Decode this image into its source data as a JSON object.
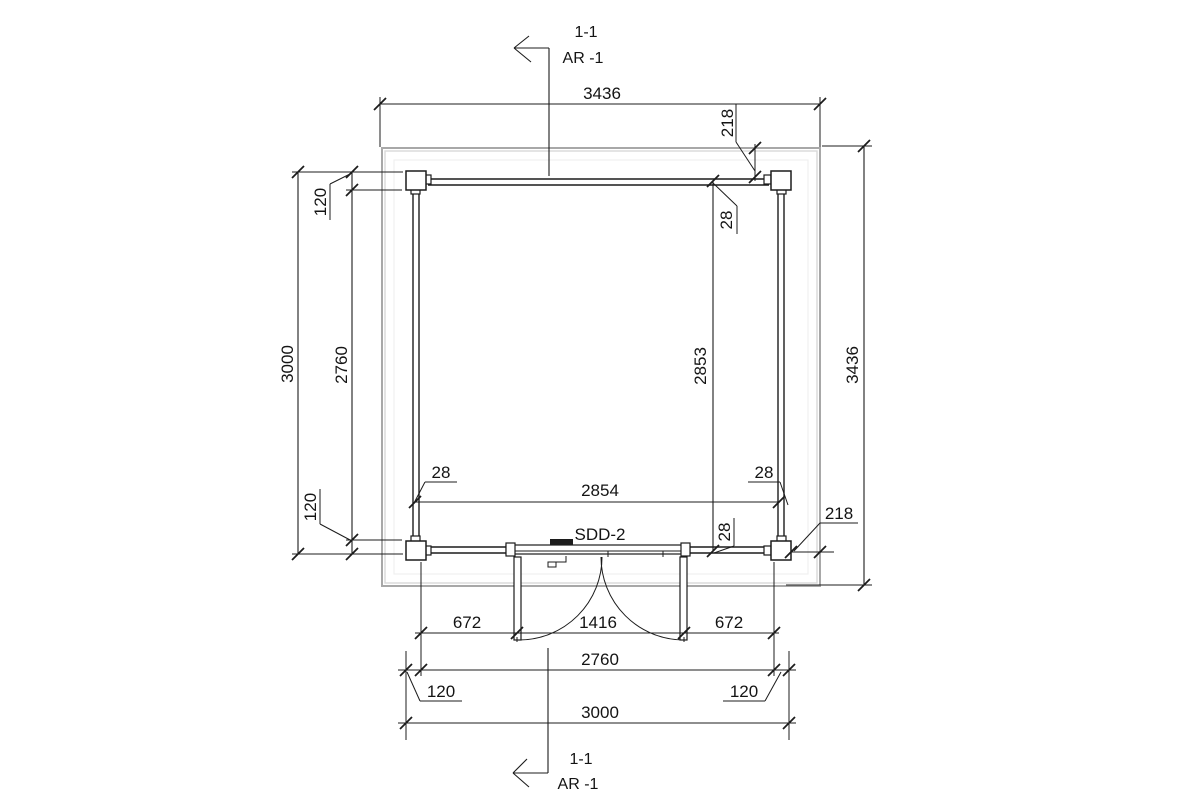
{
  "drawing": {
    "section_top": {
      "line1": "1-1",
      "line2": "AR -1"
    },
    "section_bottom": {
      "line1": "1-1",
      "line2": "AR -1"
    },
    "door": {
      "label": "SDD-2"
    },
    "dim": {
      "top_overall": "3436",
      "right_overall": "3436",
      "overhang_top": "218",
      "overhang_bottom": "218",
      "left_outer": "3000",
      "left_wall": "2760",
      "log_top_left": "120",
      "log_bottom_left": "120",
      "interior_width": "2854",
      "interior_height": "2853",
      "wall_top": "28",
      "wall_bottom": "28",
      "wall_left": "28",
      "wall_right": "28",
      "door_left": "672",
      "door_opening": "1416",
      "door_right": "672",
      "bottom_wall": "2760",
      "log_bottom_dim_left": "120",
      "log_bottom_dim_right": "120",
      "bottom_overall": "3000"
    },
    "colors": {
      "line": "#1c1c1c",
      "roof_outline": "#a8a8a8",
      "roof_inner": "#d9d9d9",
      "background": "#ffffff"
    }
  }
}
